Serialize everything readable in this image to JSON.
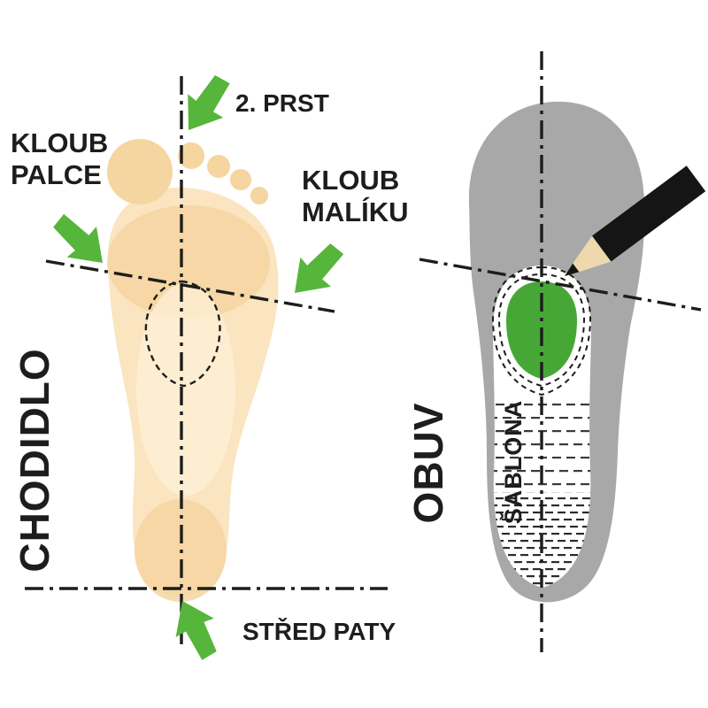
{
  "diagram": {
    "left": {
      "side_label": "CHODIDLO",
      "annotations": {
        "second_toe": "2. PRST",
        "big_toe_joint_line1": "KLOUB",
        "big_toe_joint_line2": "PALCE",
        "little_toe_joint_line1": "KLOUB",
        "little_toe_joint_line2": "MALÍKU",
        "heel_center": "STŘED PATY"
      }
    },
    "right": {
      "side_label": "OBUV",
      "template_label": "ŠABLONA"
    }
  },
  "colors": {
    "arrow_green": "#56b53b",
    "template_green": "#46a737",
    "foot_base": "#fae5c0",
    "foot_shade": "#f5d5a0",
    "foot_highlight": "#fdf0d8",
    "shoe_gray": "#a8a8a8",
    "template_white": "#ffffff",
    "pencil_body": "#151515",
    "pencil_wood": "#edd9ad",
    "line_black": "#1d1d1b"
  }
}
